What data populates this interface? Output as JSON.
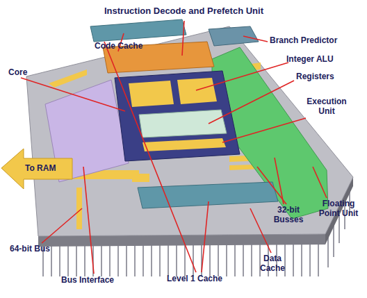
{
  "diagram": {
    "labels": [
      "Instruction Decode and Prefetch Unit",
      "Code Cache",
      "Branch Predictor",
      "Integer ALU",
      "Core",
      "Registers",
      "Execution Unit",
      "To RAM",
      "32-bit Busses",
      "Floating Point Unit",
      "64-bit Bus",
      "Bus Interface",
      "Level 1 Cache",
      "Data Cache"
    ]
  }
}
